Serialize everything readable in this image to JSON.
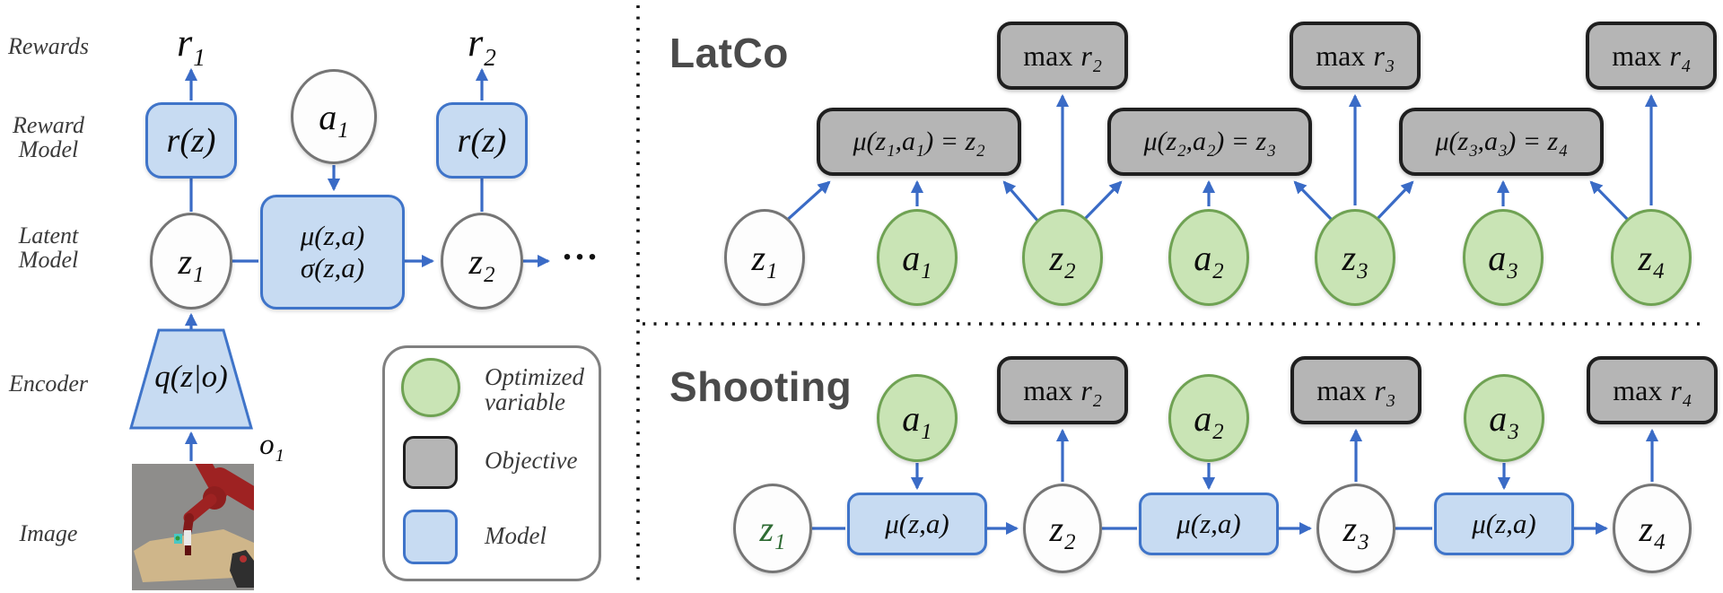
{
  "left": {
    "labels": {
      "rewards": "Rewards",
      "reward_model_line1": "Reward",
      "reward_model_line2": "Model",
      "latent_model_line1": "Latent",
      "latent_model_line2": "Model",
      "encoder": "Encoder",
      "image": "Image"
    },
    "reward_1": {
      "base": "r",
      "sub": "1"
    },
    "reward_2": {
      "base": "r",
      "sub": "2"
    },
    "reward_model_box": "r(z)",
    "action_1": {
      "base": "a",
      "sub": "1"
    },
    "latent_model_box": {
      "line1": "μ(z,a)",
      "line2": "σ(z,a)"
    },
    "state_1": {
      "base": "z",
      "sub": "1"
    },
    "state_2": {
      "base": "z",
      "sub": "2"
    },
    "ellipsis": "...",
    "encoder_box": "q(z|o)",
    "observation_1": {
      "base": "o",
      "sub": "1"
    }
  },
  "legend": {
    "optimized_line1": "Optimized",
    "optimized_line2": "variable",
    "objective": "Objective",
    "model": "Model"
  },
  "latco": {
    "title": "LatCo",
    "objectives": [
      {
        "op": "max",
        "base": "r",
        "sub": "2"
      },
      {
        "op": "max",
        "base": "r",
        "sub": "3"
      },
      {
        "op": "max",
        "base": "r",
        "sub": "4"
      }
    ],
    "constraints": [
      {
        "p1": "μ(z",
        "s1": "1",
        "p2": ",a",
        "s2": "1",
        "p3": ") = z",
        "s3": "2"
      },
      {
        "p1": "μ(z",
        "s1": "2",
        "p2": ",a",
        "s2": "2",
        "p3": ") = z",
        "s3": "3"
      },
      {
        "p1": "μ(z",
        "s1": "3",
        "p2": ",a",
        "s2": "3",
        "p3": ") = z",
        "s3": "4"
      }
    ],
    "nodes": [
      {
        "base": "z",
        "sub": "1"
      },
      {
        "base": "a",
        "sub": "1"
      },
      {
        "base": "z",
        "sub": "2"
      },
      {
        "base": "a",
        "sub": "2"
      },
      {
        "base": "z",
        "sub": "3"
      },
      {
        "base": "a",
        "sub": "3"
      },
      {
        "base": "z",
        "sub": "4"
      }
    ]
  },
  "shooting": {
    "title": "Shooting",
    "objectives": [
      {
        "op": "max",
        "base": "r",
        "sub": "2"
      },
      {
        "op": "max",
        "base": "r",
        "sub": "3"
      },
      {
        "op": "max",
        "base": "r",
        "sub": "4"
      }
    ],
    "actions": [
      {
        "base": "a",
        "sub": "1"
      },
      {
        "base": "a",
        "sub": "2"
      },
      {
        "base": "a",
        "sub": "3"
      }
    ],
    "models": [
      "μ(z,a)",
      "μ(z,a)",
      "μ(z,a)"
    ],
    "states": [
      {
        "base": "z",
        "sub": "1"
      },
      {
        "base": "z",
        "sub": "2"
      },
      {
        "base": "z",
        "sub": "3"
      },
      {
        "base": "z",
        "sub": "4"
      }
    ]
  },
  "colors": {
    "arrow_blue": "#3a6bc6",
    "model_fill": "#c7dbf2",
    "model_border": "#3f74c9",
    "objective_fill": "#b5b5b5",
    "objective_border": "#1f1f1f",
    "optimized_fill": "#c9e4b5",
    "optimized_border": "#6fa253",
    "plain_node_border": "#757575",
    "title_gray": "#4a4a4a",
    "shooting_z1_text": "#2e6b33",
    "dotted_separator": "#161616"
  }
}
